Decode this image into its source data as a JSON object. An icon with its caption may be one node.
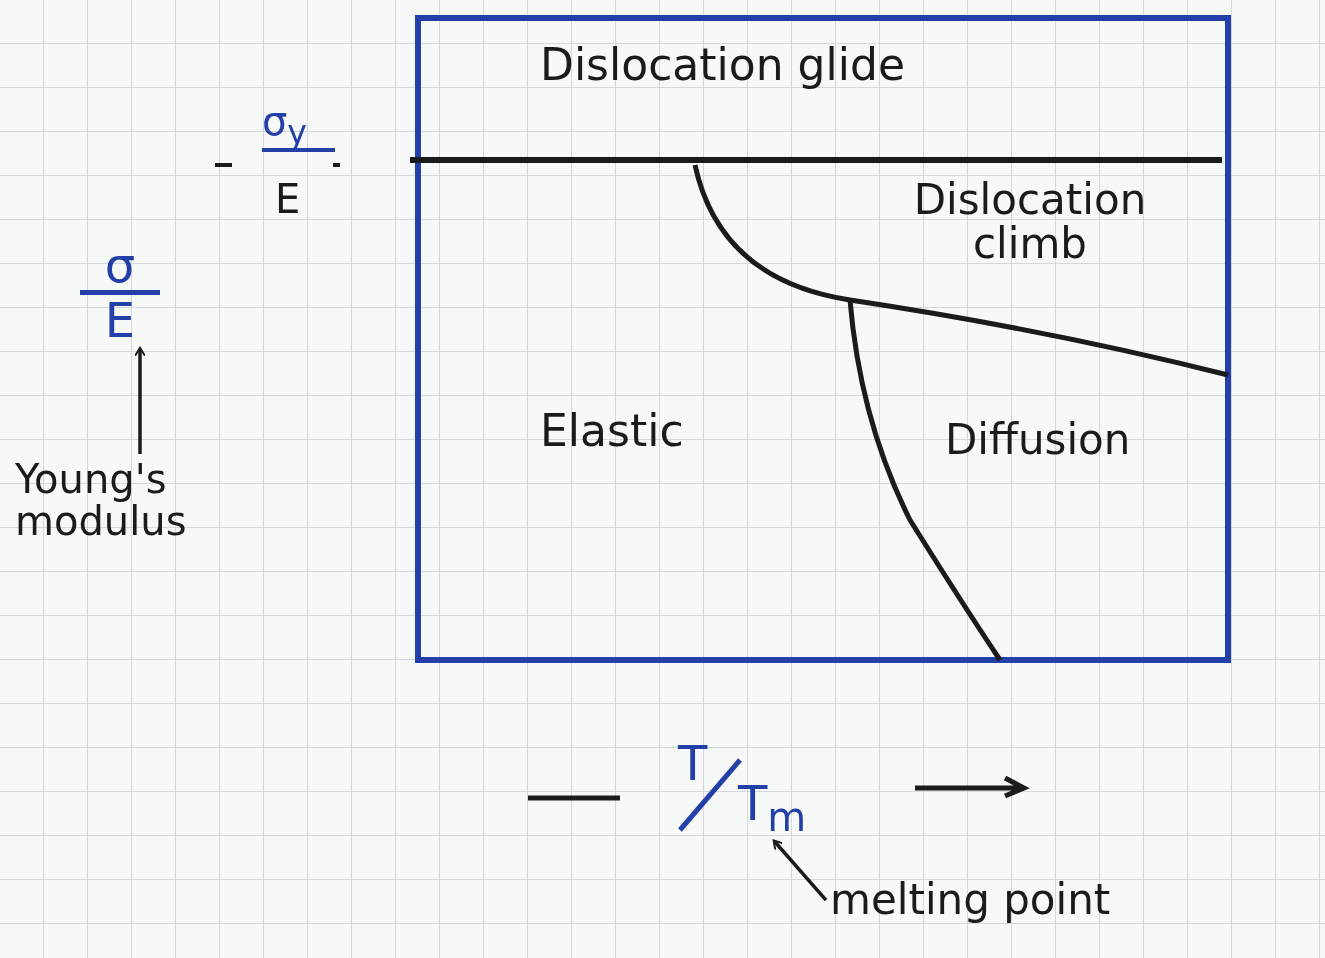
{
  "diagram": {
    "nodes": [
      {
        "text": [
          "σ",
          "E"
        ]
      },
      {
        "text": [
          "Young's modulus"
        ]
      },
      {
        "text": [
          "T",
          "T$_{m}$"
        ]
      },
      {
        "text": [
          "melting point"
        ]
      }
    ],
    "edges": [
      {
        "from": 1,
        "to": 0,
        "arrow": "to"
      },
      {
        "from": 3,
        "to": 2,
        "arrow": "to"
      }
    ],
    "labels": [
      "Dislocation glide",
      "σ$_{y}$",
      "E",
      "Dislocation climb",
      "Elastic",
      "Diffusion"
    ]
  }
}
